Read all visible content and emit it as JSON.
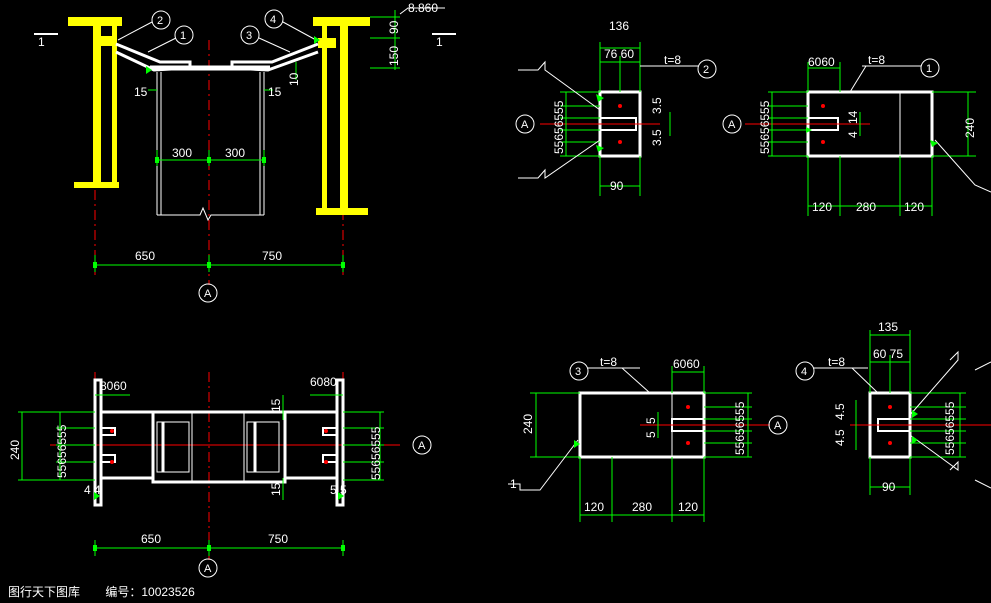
{
  "colors": {
    "background": "#000000",
    "member_yellow": "#ffff00",
    "dimension_green": "#00ff00",
    "centerline_red": "#ff0000",
    "line_white": "#ffffff"
  },
  "elevation": "8.860",
  "section_marks": {
    "left": "1",
    "right": "1"
  },
  "balloons": {
    "b1": "1",
    "b2": "2",
    "b3": "3",
    "b4": "4",
    "axis": "A"
  },
  "plate_thickness": "t=8",
  "dims": {
    "d650": "650",
    "d750": "750",
    "d300": "300",
    "d15": "15",
    "d150": "150",
    "d90": "90",
    "d10": "10",
    "d136": "136",
    "d135": "135",
    "d7660": "76 60",
    "d6060": "6060",
    "d6075": "60 75",
    "d8060": "8060",
    "d6080": "6080",
    "d3535": "3.5",
    "d35": "3.5",
    "d4": "4",
    "d14": "14",
    "d55": "55",
    "d5": "5",
    "d4545": "4.5",
    "d45": "4.5",
    "d556555": "55656555",
    "d120": "120",
    "d280": "280",
    "d240": "240",
    "d1": "1",
    "d44": "4  4",
    "d55b": "5  5"
  },
  "footer": {
    "left": "图行天下图库",
    "id": "编号：10023526"
  }
}
